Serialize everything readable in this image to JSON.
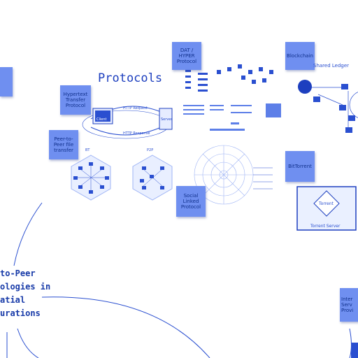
{
  "board": {
    "title": "Protocols",
    "notes": {
      "dat": "DAT / HYPER Protocol",
      "blockchain": "Blockchain",
      "ledger": "Shared Ledger",
      "http": "Hypertext Transfer Protocol",
      "p2p": "Peer-to-Peer file transfer",
      "bittorrent": "BitTorrent",
      "solid": "Social Linked Protocol",
      "ipfs_side": "Internet Service Provider"
    },
    "http_diagram": {
      "request": "HTTP Request",
      "response": "HTTP Response",
      "client": "Client",
      "server": "Server"
    },
    "hex_labels": [
      "BT",
      "P2P"
    ],
    "torrent_box": {
      "node": "Torrent",
      "caption": "Torrent Server"
    },
    "bottom_heading": [
      "to-Peer",
      "ologies in",
      "atial",
      "urations"
    ],
    "right_partial": [
      "Inter",
      "Serv",
      "Provi"
    ]
  },
  "colors": {
    "note": "#6f8ff0",
    "ink": "#1d3fbf",
    "line": "#2a4fd0"
  }
}
